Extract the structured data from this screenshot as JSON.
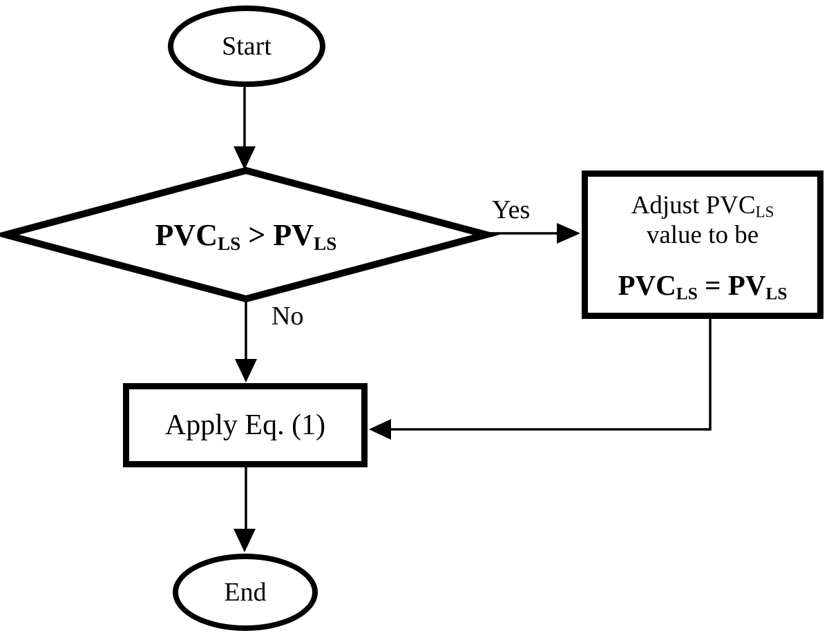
{
  "diagram": {
    "type": "flowchart",
    "background_color": "#ffffff",
    "line_color": "#000000",
    "nodes": {
      "start": {
        "shape": "terminator",
        "label": "Start"
      },
      "decision": {
        "shape": "decision",
        "label": "PVC~LS~ > PV~LS~"
      },
      "adjust": {
        "shape": "process",
        "lines": [
          "Adjust PVC~LS~",
          "value to be",
          "PVC~LS~ = PV~LS~"
        ]
      },
      "apply": {
        "shape": "process",
        "label": "Apply Eq. (1)"
      },
      "end": {
        "shape": "terminator",
        "label": "End"
      }
    },
    "edge_labels": {
      "yes": "Yes",
      "no": "No"
    },
    "edges": [
      {
        "from": "start",
        "to": "decision",
        "label": ""
      },
      {
        "from": "decision",
        "to": "adjust",
        "label": "Yes"
      },
      {
        "from": "decision",
        "to": "apply",
        "label": "No"
      },
      {
        "from": "adjust",
        "to": "apply",
        "label": ""
      },
      {
        "from": "apply",
        "to": "end",
        "label": ""
      }
    ]
  }
}
